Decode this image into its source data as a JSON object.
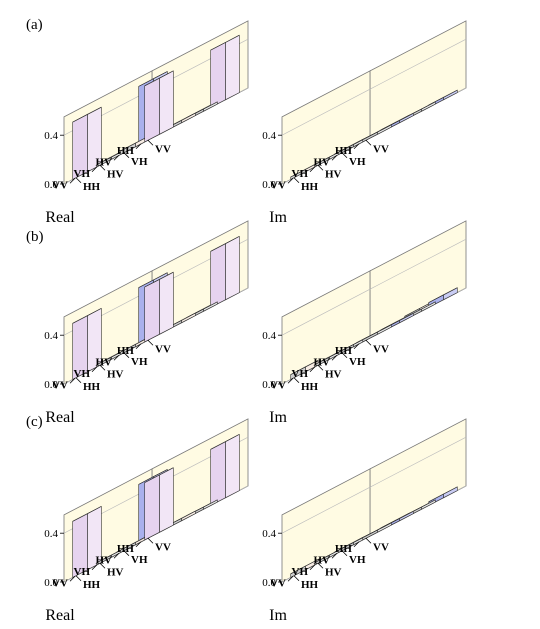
{
  "panels": [
    {
      "label": "(a)",
      "row": 0
    },
    {
      "label": "(b)",
      "row": 1
    },
    {
      "label": "(c)",
      "row": 2
    }
  ],
  "chart_data": [
    {
      "type": "bar3d",
      "panel": "(a)",
      "part": "Real",
      "title": "Real",
      "rows": [
        "HH",
        "HV",
        "VH",
        "VV"
      ],
      "cols": [
        "HH",
        "HV",
        "VH",
        "VV"
      ],
      "zlim": [
        0,
        0.55
      ],
      "zticks": [
        "0.0",
        "0.4"
      ],
      "zticks_values": [
        0,
        0.4
      ],
      "values": [
        [
          0.48,
          0.0,
          0.02,
          0.47
        ],
        [
          0.0,
          0.02,
          0.02,
          0.01
        ],
        [
          0.02,
          0.02,
          0.01,
          0.02
        ],
        [
          0.47,
          0.01,
          0.03,
          0.46
        ]
      ]
    },
    {
      "type": "bar3d",
      "panel": "(a)",
      "part": "Im",
      "title": "Im",
      "rows": [
        "HH",
        "HV",
        "VH",
        "VV"
      ],
      "cols": [
        "HH",
        "HV",
        "VH",
        "VV"
      ],
      "zlim": [
        0,
        0.55
      ],
      "zticks": [
        "0.0",
        "0.4"
      ],
      "zticks_values": [
        0,
        0.4
      ],
      "values": [
        [
          0.0,
          -0.02,
          0.01,
          -0.02
        ],
        [
          0.02,
          0.01,
          -0.01,
          0.0
        ],
        [
          -0.01,
          0.01,
          0.0,
          -0.01
        ],
        [
          0.02,
          0.0,
          0.01,
          0.0
        ]
      ]
    },
    {
      "type": "bar3d",
      "panel": "(b)",
      "part": "Real",
      "title": "Real",
      "rows": [
        "HH",
        "HV",
        "VH",
        "VV"
      ],
      "cols": [
        "HH",
        "HV",
        "VH",
        "VV"
      ],
      "zlim": [
        0,
        0.55
      ],
      "zticks": [
        "0.0",
        "0.4"
      ],
      "zticks_values": [
        0,
        0.4
      ],
      "values": [
        [
          0.47,
          0.01,
          0.02,
          0.46
        ],
        [
          0.01,
          0.02,
          0.01,
          0.01
        ],
        [
          0.02,
          0.01,
          0.02,
          0.02
        ],
        [
          0.46,
          0.01,
          0.02,
          0.45
        ]
      ]
    },
    {
      "type": "bar3d",
      "panel": "(b)",
      "part": "Im",
      "title": "Im",
      "rows": [
        "HH",
        "HV",
        "VH",
        "VV"
      ],
      "cols": [
        "HH",
        "HV",
        "VH",
        "VV"
      ],
      "zlim": [
        0,
        0.55
      ],
      "zticks": [
        "0.0",
        "0.4"
      ],
      "zticks_values": [
        0,
        0.4
      ],
      "values": [
        [
          0.0,
          -0.02,
          0.03,
          -0.04
        ],
        [
          0.01,
          -0.01,
          0.02,
          0.0
        ],
        [
          -0.02,
          0.01,
          0.01,
          -0.01
        ],
        [
          0.04,
          0.0,
          0.01,
          0.0
        ]
      ]
    },
    {
      "type": "bar3d",
      "panel": "(c)",
      "part": "Real",
      "title": "Real",
      "rows": [
        "HH",
        "HV",
        "VH",
        "VV"
      ],
      "cols": [
        "HH",
        "HV",
        "VH",
        "VV"
      ],
      "zlim": [
        0,
        0.55
      ],
      "zticks": [
        "0.0",
        "0.4"
      ],
      "zticks_values": [
        0,
        0.4
      ],
      "values": [
        [
          0.48,
          0.01,
          0.01,
          0.46
        ],
        [
          0.01,
          0.02,
          0.01,
          0.01
        ],
        [
          0.01,
          0.01,
          0.02,
          0.02
        ],
        [
          0.46,
          0.01,
          0.02,
          0.47
        ]
      ]
    },
    {
      "type": "bar3d",
      "panel": "(c)",
      "part": "Im",
      "title": "Im",
      "rows": [
        "HH",
        "HV",
        "VH",
        "VV"
      ],
      "cols": [
        "HH",
        "HV",
        "VH",
        "VV"
      ],
      "zlim": [
        0,
        0.55
      ],
      "zticks": [
        "0.0",
        "0.4"
      ],
      "zticks_values": [
        0,
        0.4
      ],
      "values": [
        [
          0.0,
          -0.02,
          0.01,
          -0.03
        ],
        [
          0.02,
          -0.01,
          0.01,
          0.0
        ],
        [
          -0.01,
          0.01,
          -0.01,
          -0.01
        ],
        [
          0.03,
          0.0,
          0.01,
          0.0
        ]
      ]
    }
  ],
  "colors": {
    "wall": "#fffbe3",
    "wall_edge": "#777777",
    "positive_top": "#c9ccf3",
    "positive_face": "#a9b0ec",
    "pink_top": "#f2e6f6",
    "pink_face": "#e6d3ef",
    "neutral_top": "#e4e4e4",
    "neutral_face": "#cfcfcf",
    "warm_top": "#f7ece4"
  }
}
